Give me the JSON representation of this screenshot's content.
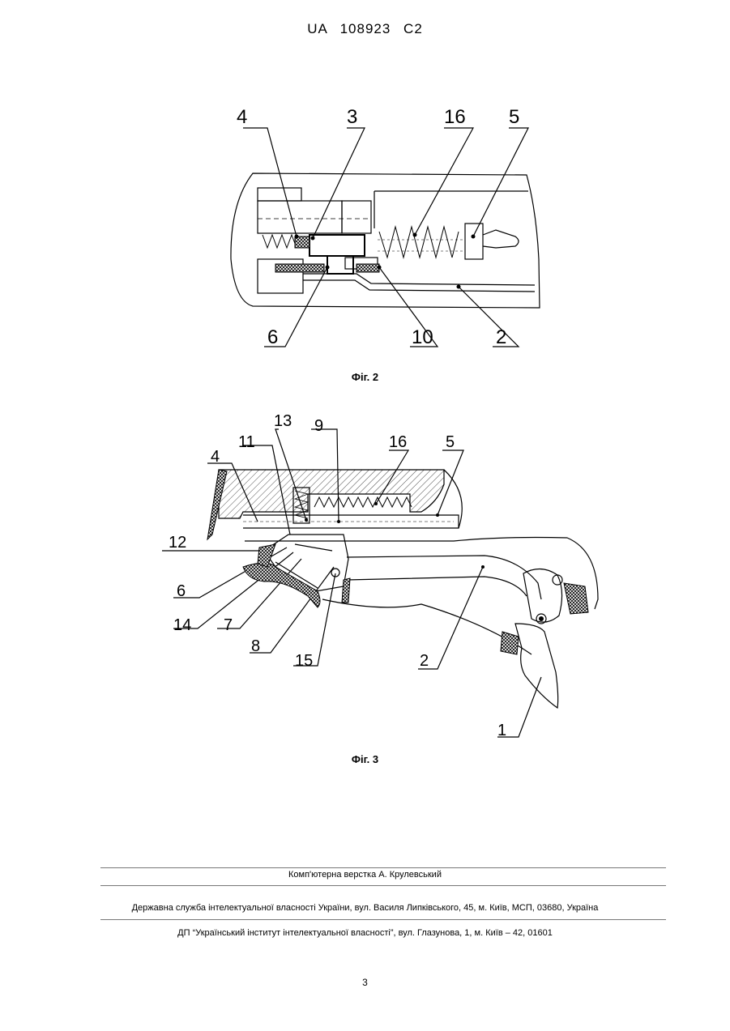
{
  "header": {
    "doc_id": "UA   108923   C2"
  },
  "figure2": {
    "caption": "Фіг. 2",
    "labels": [
      "4",
      "3",
      "16",
      "5",
      "6",
      "10",
      "2"
    ]
  },
  "figure3": {
    "caption": "Фіг. 3",
    "labels": [
      "13",
      "9",
      "11",
      "16",
      "5",
      "4",
      "12",
      "6",
      "14",
      "7",
      "8",
      "15",
      "2",
      "1"
    ]
  },
  "footer": {
    "layout_credit": "Комп'ютерна верстка А. Крулевський",
    "agency": "Державна служба інтелектуальної власності України, вул. Василя Липківського, 45, м. Київ, МСП, 03680, Україна",
    "institute": "ДП “Український інститут інтелектуальної власності”, вул. Глазунова, 1, м. Київ – 42, 01601"
  },
  "page_number": "3"
}
